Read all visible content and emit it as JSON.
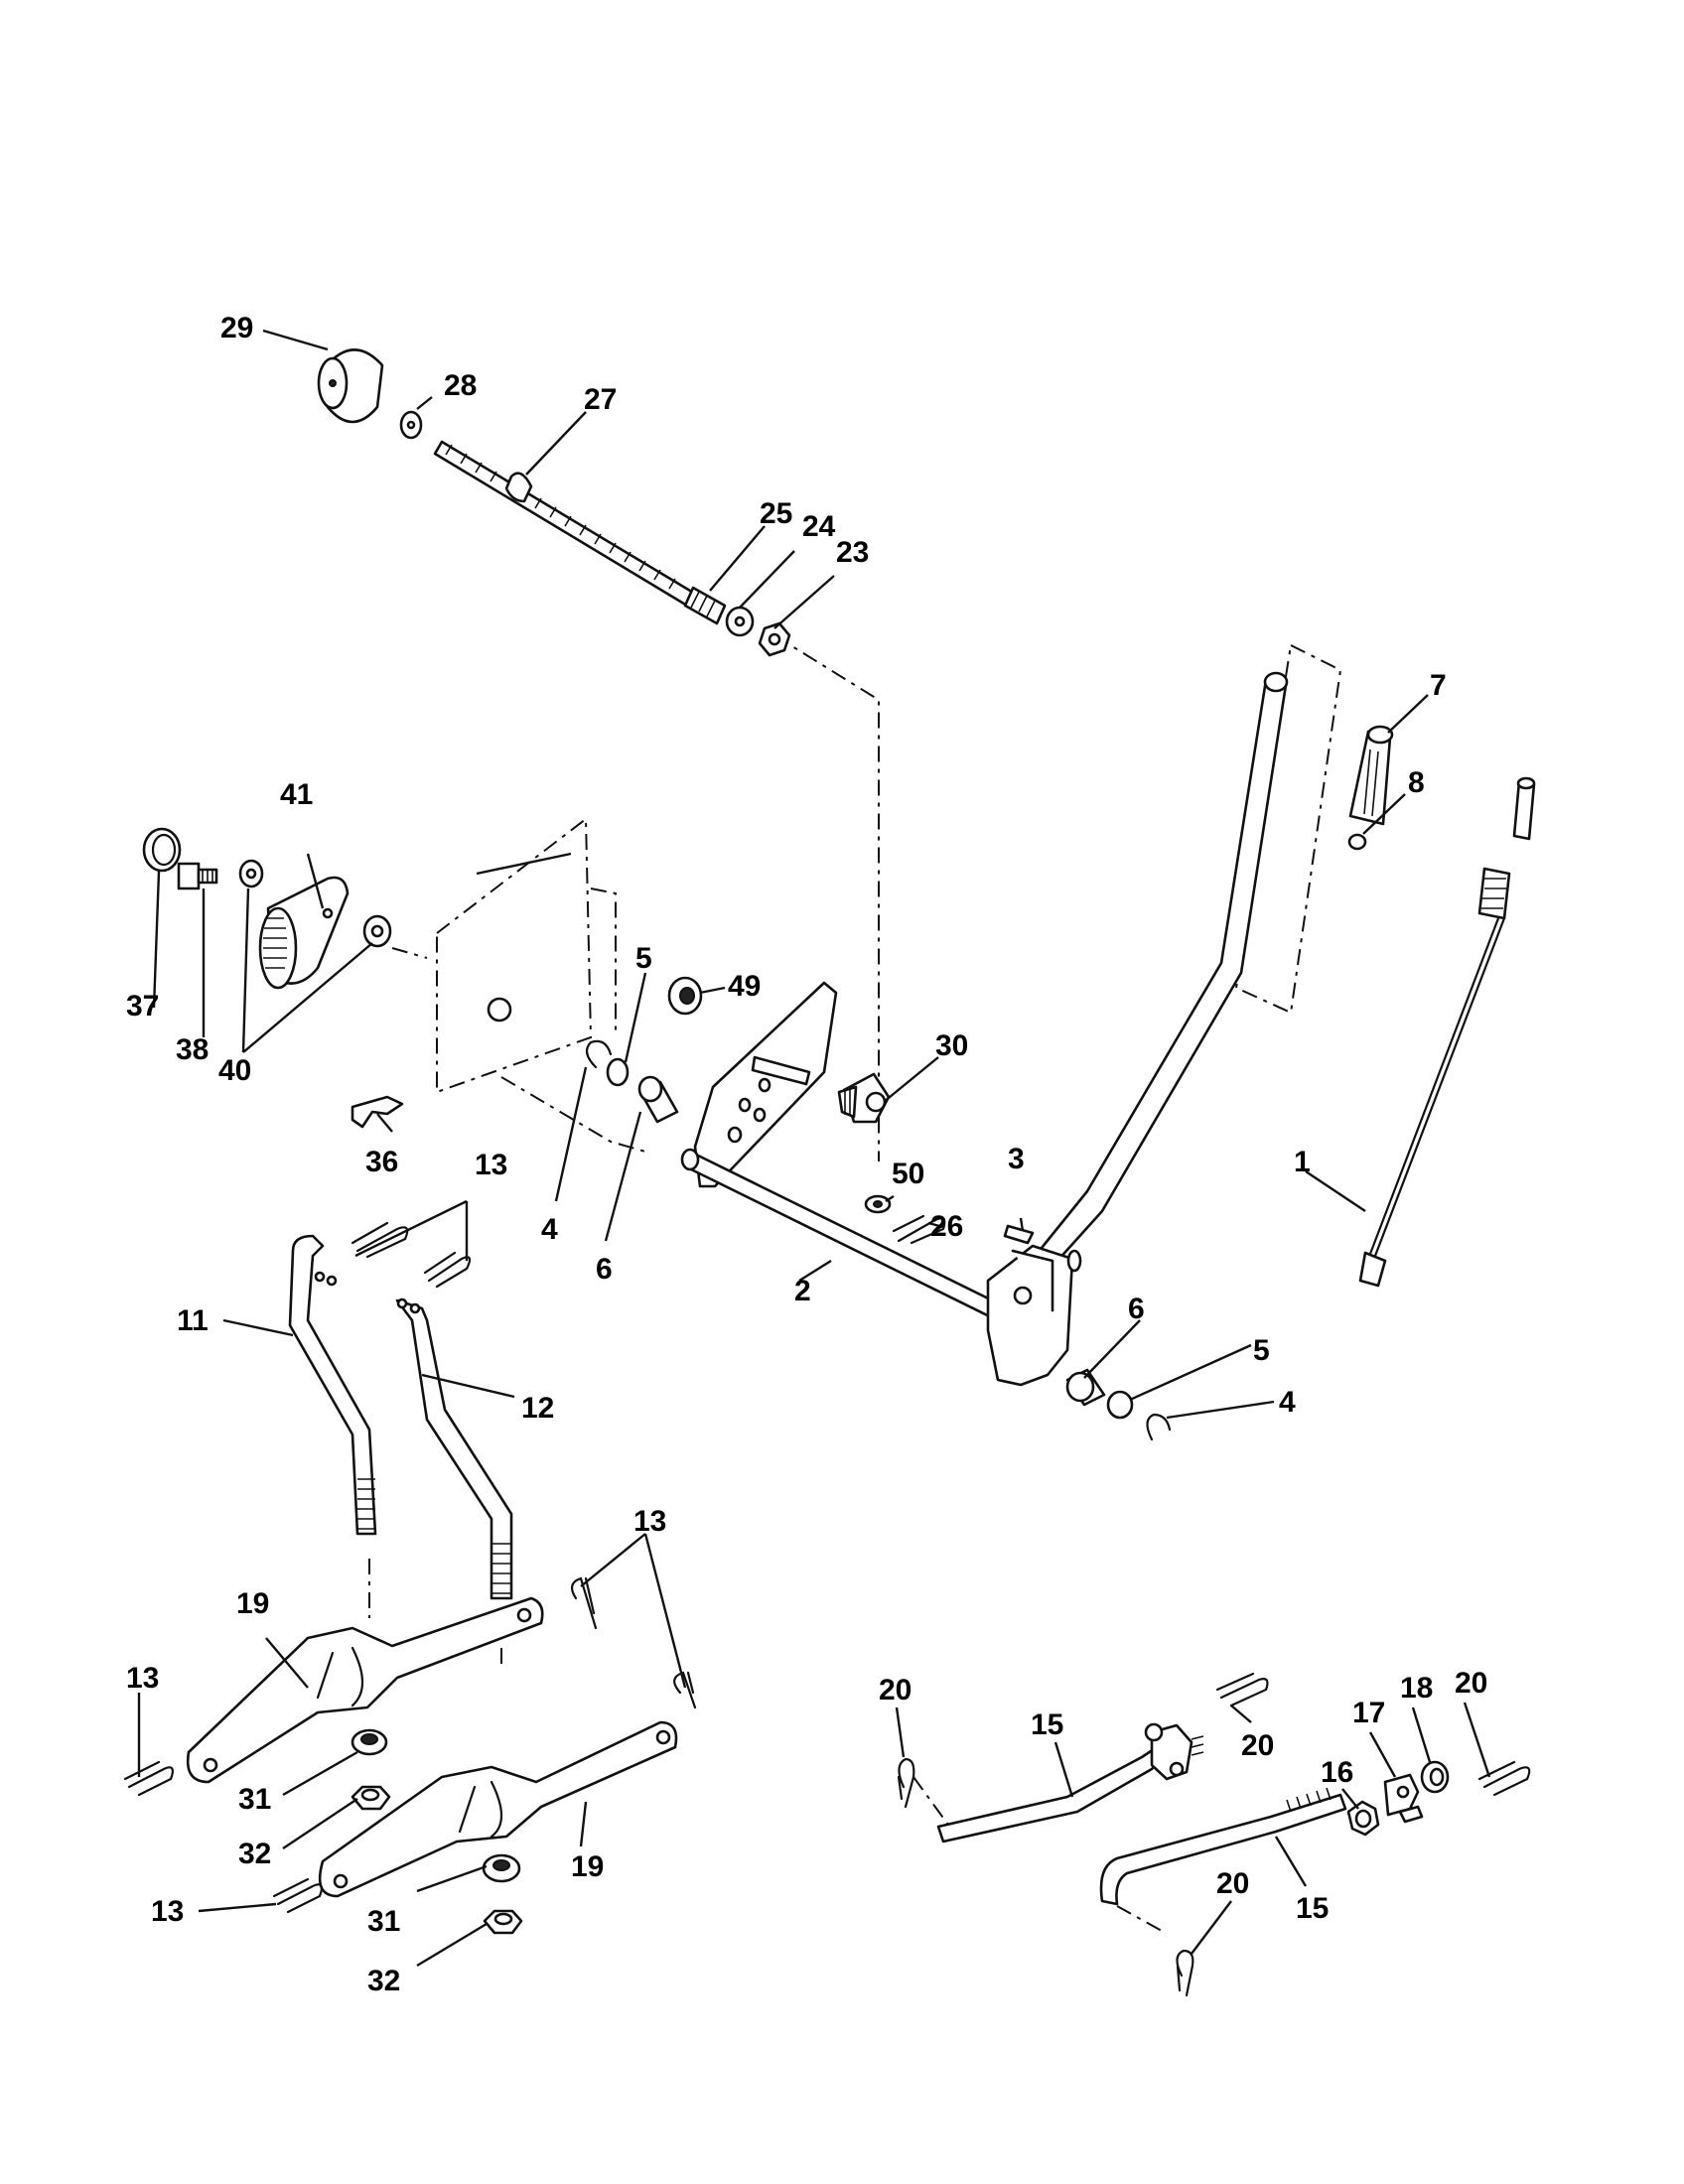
{
  "labels": {
    "p1": "1",
    "p2": "2",
    "p3": "3",
    "p4a": "4",
    "p4b": "4",
    "p5a": "5",
    "p5b": "5",
    "p6a": "6",
    "p6b": "6",
    "p7": "7",
    "p8": "8",
    "p11": "11",
    "p12": "12",
    "p13a": "13",
    "p13b": "13",
    "p13c": "13",
    "p13d": "13",
    "p15a": "15",
    "p15b": "15",
    "p16": "16",
    "p17": "17",
    "p18": "18",
    "p19a": "19",
    "p19b": "19",
    "p20a": "20",
    "p20b": "20",
    "p20c": "20",
    "p20d": "20",
    "p23": "23",
    "p24": "24",
    "p25": "25",
    "p26": "26",
    "p27": "27",
    "p28": "28",
    "p29": "29",
    "p30": "30",
    "p31a": "31",
    "p31b": "31",
    "p32a": "32",
    "p32b": "32",
    "p36": "36",
    "p37": "37",
    "p38": "38",
    "p40": "40",
    "p41": "41",
    "p49": "49",
    "p50": "50"
  }
}
